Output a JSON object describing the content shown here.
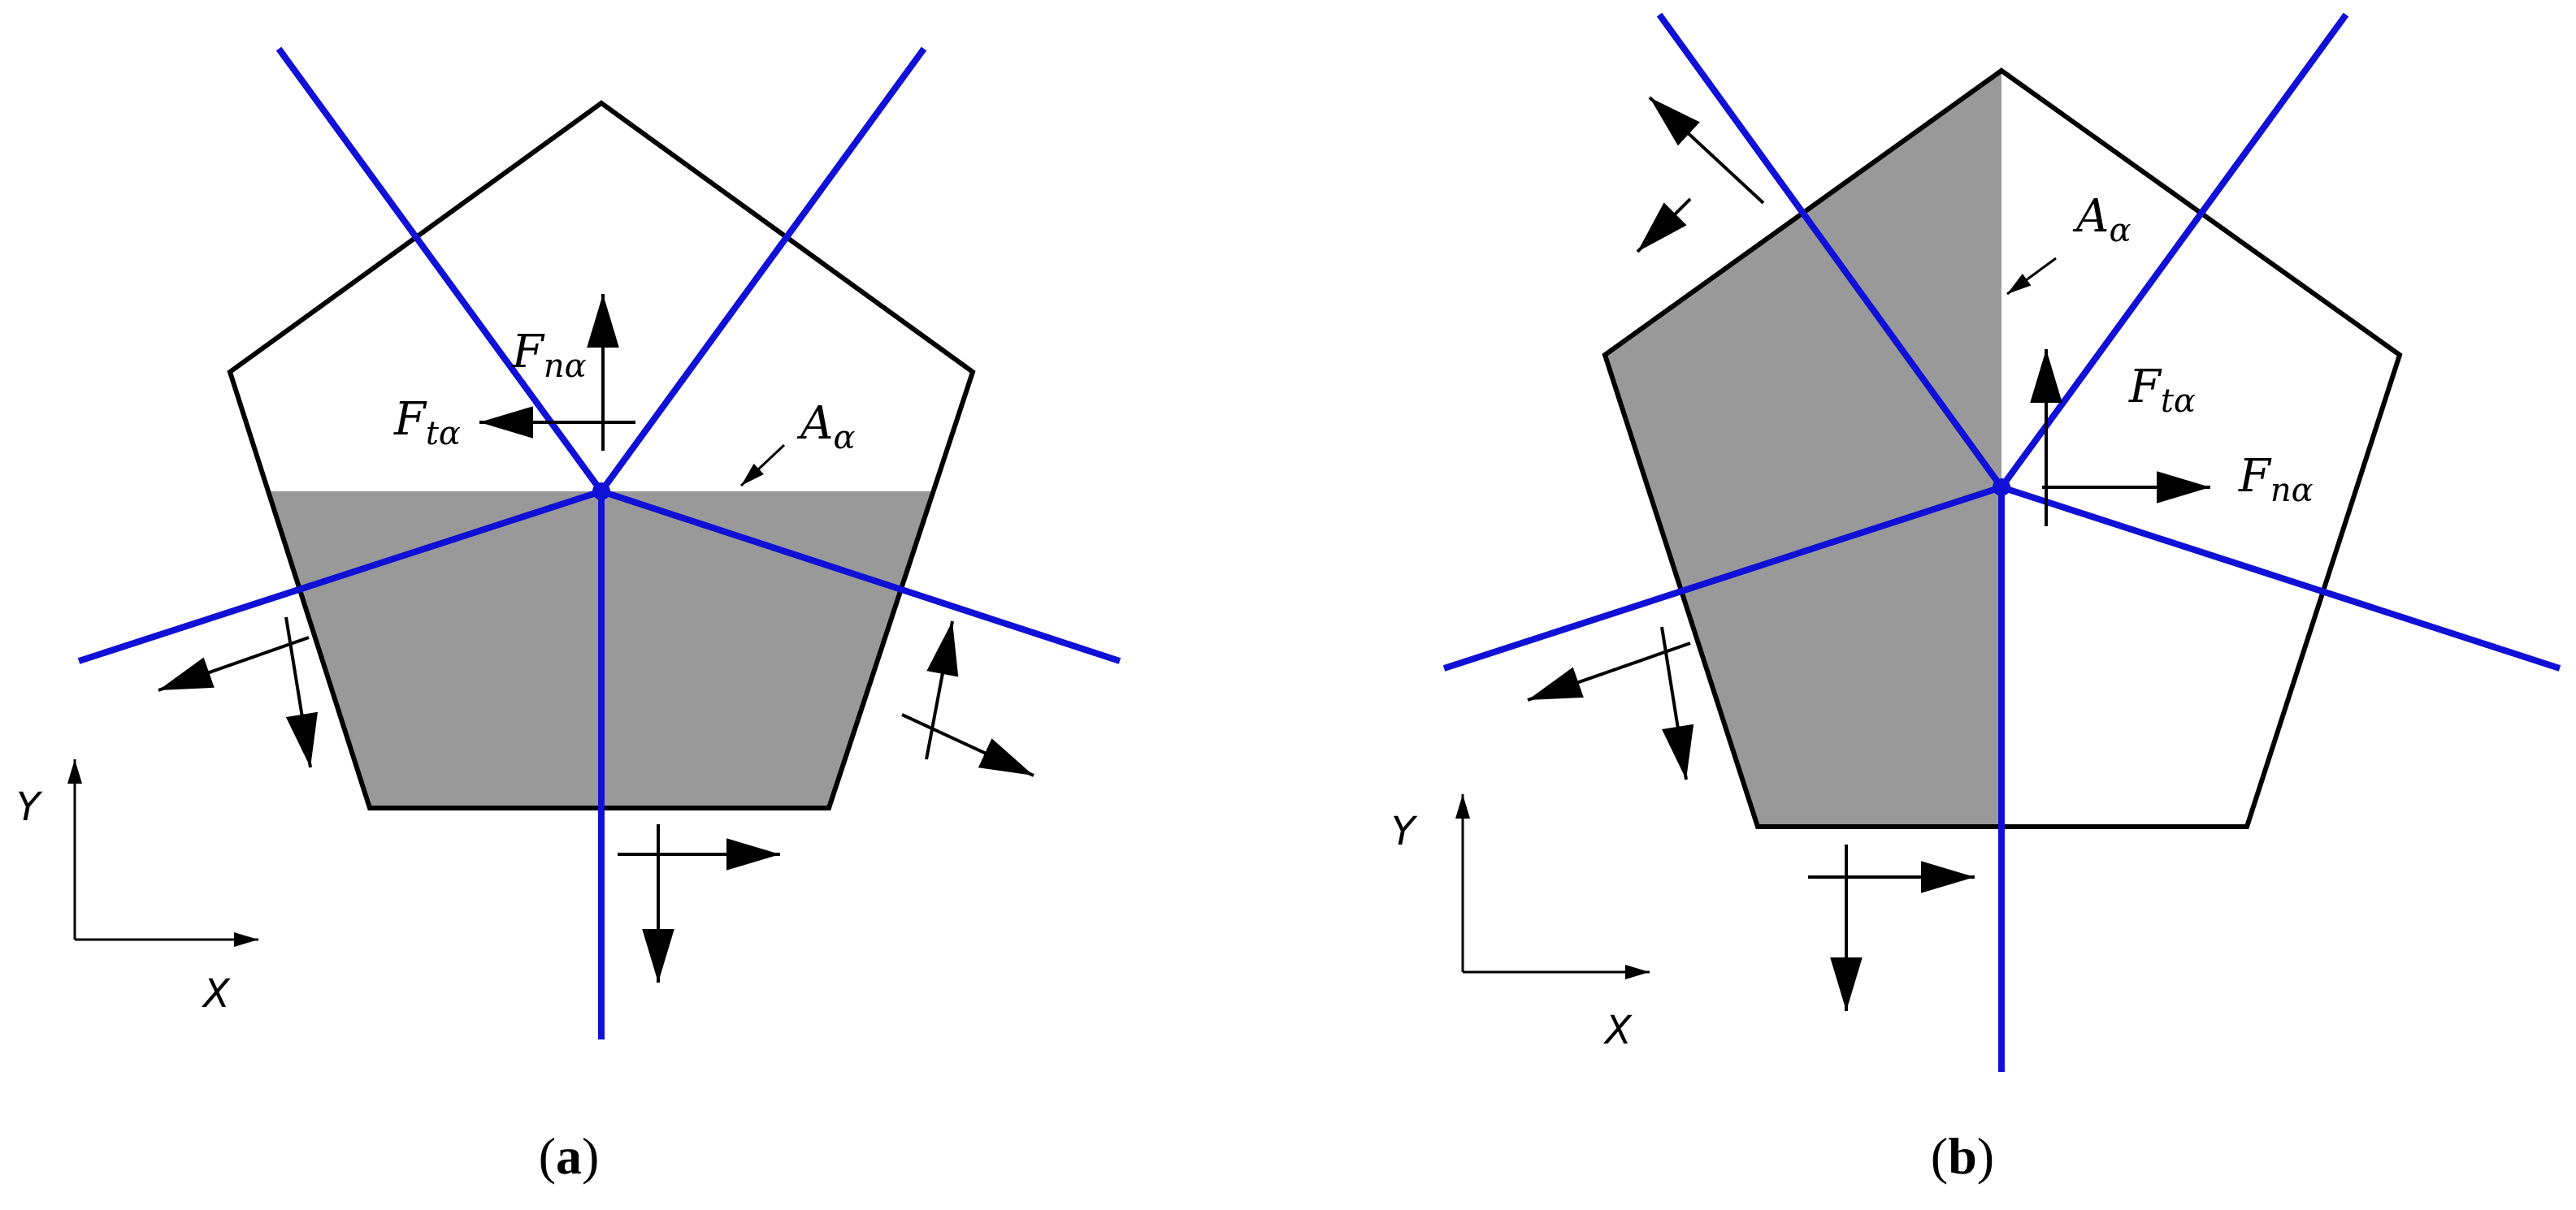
{
  "colors": {
    "boundary_line": "#1010d6",
    "shaded_region": "#999999",
    "outline": "#000000"
  },
  "panels": [
    {
      "id": "a",
      "caption_open": "(",
      "caption_letter": "a",
      "caption_close": ")",
      "labels": {
        "F_n": {
          "main": "F",
          "sub": "nα"
        },
        "F_t": {
          "main": "F",
          "sub": "tα"
        },
        "A": {
          "main": "A",
          "sub": "α"
        }
      },
      "axes": {
        "x": "X",
        "y": "Y"
      }
    },
    {
      "id": "b",
      "caption_open": "(",
      "caption_letter": "b",
      "caption_close": ")",
      "labels": {
        "F_n": {
          "main": "F",
          "sub": "nα"
        },
        "F_t": {
          "main": "F",
          "sub": "tα"
        },
        "A": {
          "main": "A",
          "sub": "α"
        }
      },
      "axes": {
        "x": "X",
        "y": "Y"
      }
    }
  ]
}
